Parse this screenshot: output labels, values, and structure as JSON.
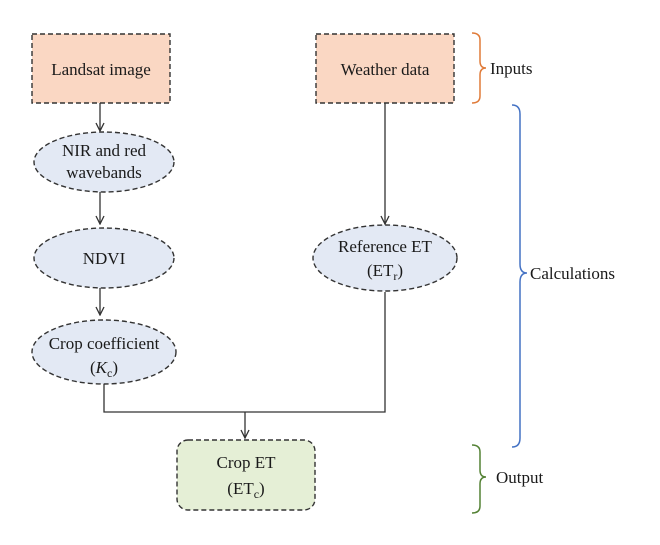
{
  "colors": {
    "input_fill": "#fad7c3",
    "calc_fill": "#e3e9f4",
    "output_fill": "#e5efd6",
    "inputs_bracket": "#e07b39",
    "calculations_bracket": "#4472c4",
    "output_bracket": "#548235",
    "border": "#333333"
  },
  "nodes": {
    "landsat": {
      "label": "Landsat image"
    },
    "weather": {
      "label": "Weather data"
    },
    "nir": {
      "line1": "NIR and red",
      "line2": "wavebands"
    },
    "ndvi": {
      "label": "NDVI"
    },
    "crop_coef": {
      "line1": "Crop coefficient",
      "paren_open": "(",
      "base": "K",
      "subscript": "c",
      "paren_close": ")"
    },
    "reference_et": {
      "line1": "Reference ET",
      "paren_open": "(",
      "base": "ET",
      "subscript": "r",
      "paren_close": ")"
    },
    "crop_et": {
      "line1": "Crop ET",
      "paren_open": "(",
      "base": "ET",
      "subscript": "c",
      "paren_close": ")"
    }
  },
  "brackets": {
    "inputs": "Inputs",
    "calculations": "Calculations",
    "output": "Output"
  }
}
